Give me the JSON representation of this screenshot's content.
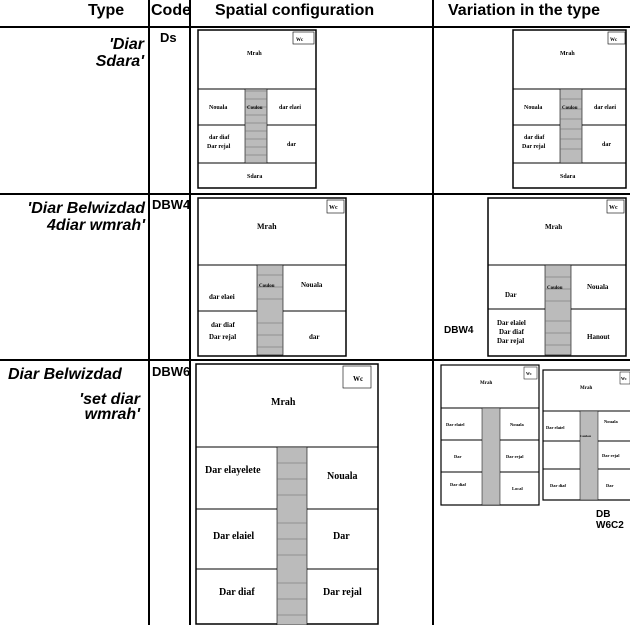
{
  "headers": {
    "type": "Type",
    "code": "Code",
    "spatial": "Spatial configuration",
    "variation": "Variation in the type"
  },
  "rows": [
    {
      "type": "'Diar Sdara'",
      "code": "Ds",
      "plan_rooms": [
        "Mrah",
        "Wc",
        "Nouala",
        "Coulou",
        "dar elaei",
        "dar diaf",
        "Dar rejal",
        "dar",
        "Sdara"
      ],
      "variation_rooms": [
        "Mrah",
        "Wc",
        "Nouala",
        "Coulou",
        "dar elaei",
        "dar diaf",
        "Dar rejal",
        "dar",
        "Sdara"
      ]
    },
    {
      "type_line1": "'Diar Belwizdad",
      "type_line2": "4diar wmrah'",
      "code": "DBW4",
      "plan_rooms": [
        "Mrah",
        "Wc",
        "Coulou",
        "Nouala",
        "dar elaei",
        "dar diaf",
        "Dar rejal",
        "dar"
      ],
      "variation_rooms": [
        "Mrah",
        "Wc",
        "Coulou",
        "Nouala",
        "Dar",
        "Dar elaiel",
        "Dar diaf",
        "Dar rejal",
        "Hanout"
      ],
      "variation_code": "DBW4"
    },
    {
      "type_line1": "Diar Belwizdad",
      "type_line2": "'set diar",
      "type_line3": "wmrah'",
      "code": "DBW6",
      "plan_rooms": [
        "Mrah",
        "Wc",
        "Dar elayelete",
        "Nouala",
        "Dar elaiel",
        "Dar",
        "Dar diaf",
        "Dar rejal"
      ],
      "variation_rooms_a": [
        "Mrah",
        "Wc",
        "Dar elaiel",
        "Nouala",
        "Dar",
        "Dar rejal",
        "Dar diaf",
        "Local"
      ],
      "variation_rooms_b": [
        "Mrah",
        "Wc",
        "Dar elaiel",
        "Nouala",
        "Coulou",
        "Dar rejal",
        "Dar diaf",
        "Dar"
      ],
      "variation_code": "DB W6C2"
    }
  ]
}
